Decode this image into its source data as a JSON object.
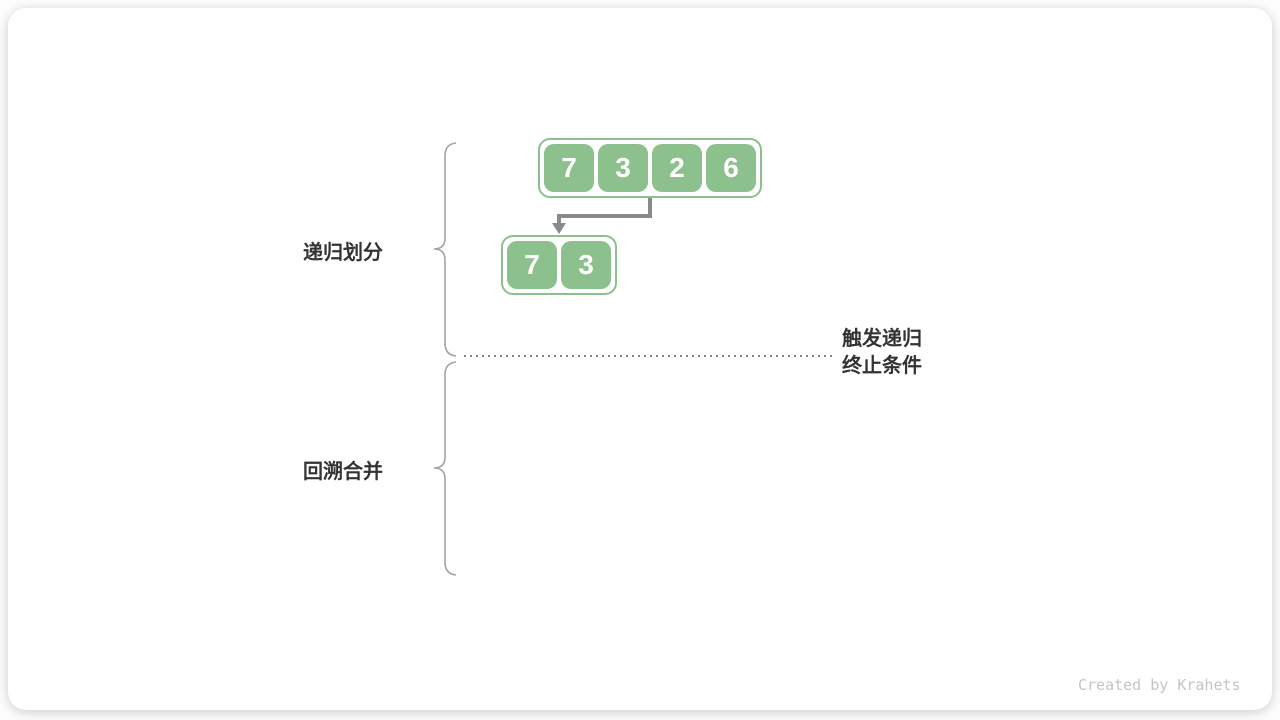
{
  "colors": {
    "cell_green": "#8cc08c",
    "arrow_gray": "#8a8a8a",
    "brace_gray": "#a3a3a3",
    "dotted_gray": "#828282",
    "label_dark": "#333333",
    "footer_gray": "#c5c5c5",
    "card_white": "#ffffff"
  },
  "labels": {
    "recursive_divide": "递归划分",
    "backtrack_merge": "回溯合并",
    "termination_note_line1": "触发递归",
    "termination_note_line2": "终止条件"
  },
  "arrays": [
    {
      "name": "level-1",
      "values": [
        "7",
        "3",
        "2",
        "6"
      ]
    },
    {
      "name": "level-2",
      "values": [
        "7",
        "3"
      ]
    }
  ],
  "footer": {
    "credit": "Created by Krahets"
  }
}
